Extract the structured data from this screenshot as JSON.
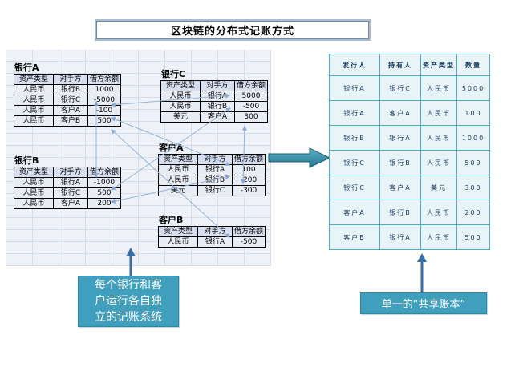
{
  "title": "区块链的分布式记账方式",
  "ledgers": [
    {
      "name": "银行A",
      "headers": [
        "资产类型",
        "对手方",
        "借方余额"
      ],
      "rows": [
        [
          "人民币",
          "银行B",
          "1000"
        ],
        [
          "人民币",
          "银行C",
          "-5000"
        ],
        [
          "人民币",
          "客户A",
          "-100"
        ],
        [
          "人民币",
          "客户B",
          "500"
        ]
      ]
    },
    {
      "name": "银行B",
      "headers": [
        "资产类型",
        "对手方",
        "借方余额"
      ],
      "rows": [
        [
          "人民币",
          "银行A",
          "-1000"
        ],
        [
          "人民币",
          "银行C",
          "500"
        ],
        [
          "人民币",
          "客户A",
          "200"
        ]
      ]
    },
    {
      "name": "银行C",
      "headers": [
        "资产类型",
        "对手方",
        "借方余额"
      ],
      "rows": [
        [
          "人民币",
          "银行A",
          "5000"
        ],
        [
          "人民币",
          "银行B",
          "-500"
        ],
        [
          "美元",
          "客户A",
          "300"
        ]
      ]
    },
    {
      "name": "客户A",
      "headers": [
        "资产类型",
        "对手方",
        "借方余额"
      ],
      "rows": [
        [
          "人民币",
          "银行A",
          "100"
        ],
        [
          "人民币",
          "银行B",
          "-200"
        ],
        [
          "美元",
          "银行C",
          "-300"
        ]
      ]
    },
    {
      "name": "客户B",
      "headers": [
        "资产类型",
        "对手方",
        "借方余额"
      ],
      "rows": [
        [
          "人民币",
          "银行A",
          "-500"
        ]
      ]
    }
  ],
  "shared_ledger": {
    "headers": [
      "发行人",
      "持有人",
      "资产类型",
      "数量"
    ],
    "rows": [
      [
        "银行A",
        "银行C",
        "人民币",
        "5000"
      ],
      [
        "银行A",
        "客户A",
        "人民币",
        "100"
      ],
      [
        "银行B",
        "银行A",
        "人民币",
        "1000"
      ],
      [
        "银行C",
        "银行B",
        "人民币",
        "500"
      ],
      [
        "银行C",
        "客户A",
        "美元",
        "300"
      ],
      [
        "客户A",
        "银行B",
        "人民币",
        "200"
      ],
      [
        "客户B",
        "银行A",
        "人民币",
        "500"
      ]
    ]
  },
  "callouts": {
    "left": "每个银行和客\n户运行各自独\n立的记账系统",
    "right": "单一的“共享账本”"
  },
  "colors": {
    "callout_teal": "#3f9fbc",
    "shared_table_border": "#4bacc6",
    "flow_arrow_teal": "#31859c",
    "connector_blue": "#3a6ea5",
    "link_line_blue": "#95b3d7",
    "ledger_header_fill": "#d7deee",
    "ledger_cell_fill": "#e7ecf5"
  }
}
